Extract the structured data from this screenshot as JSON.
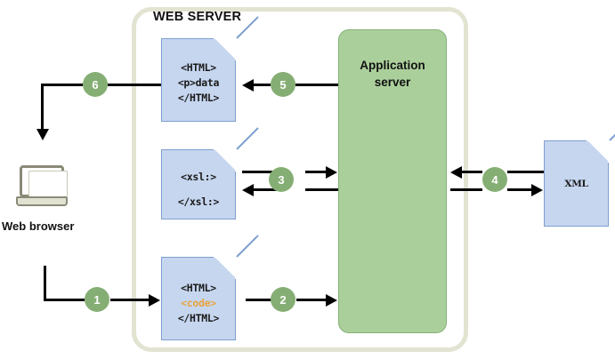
{
  "diagram": {
    "title_region": {
      "web_server_label": "WEB SERVER"
    },
    "nodes": {
      "web_browser": {
        "label": "Web browser",
        "icon": "laptop-icon"
      },
      "application_server": {
        "label": "Application\nserver",
        "line1": "Application",
        "line2": "server"
      },
      "doc_html_output": {
        "line1": "<HTML>",
        "line2": "<p>data",
        "line3": "</HTML>"
      },
      "doc_xsl": {
        "line1": "<xsl:>",
        "line2": "</xsl:>"
      },
      "doc_html_input": {
        "line1": "<HTML>",
        "line2": "<code>",
        "line3": "</HTML>"
      },
      "doc_xml": {
        "label": "XML"
      }
    },
    "steps": [
      {
        "number": "1",
        "from": "web-browser",
        "to": "doc-html-input",
        "direction": "right"
      },
      {
        "number": "2",
        "from": "doc-html-input",
        "to": "application-server",
        "direction": "right"
      },
      {
        "number": "3",
        "from": "doc-xsl",
        "to": "application-server",
        "direction": "both"
      },
      {
        "number": "4",
        "from": "application-server",
        "to": "doc-xml",
        "direction": "both"
      },
      {
        "number": "5",
        "from": "application-server",
        "to": "doc-html-output",
        "direction": "left"
      },
      {
        "number": "6",
        "from": "doc-html-output",
        "to": "web-browser",
        "direction": "left-down"
      }
    ],
    "colors": {
      "container_border": "#E3E3D2",
      "document_fill": "#C6D6EF",
      "document_border": "#7E9FD0",
      "app_server_fill": "#ABCF9B",
      "app_server_border": "#84B278",
      "step_circle": "#85AE74",
      "code_highlight": "#E8A33D",
      "arrow": "#000000",
      "laptop_frame": "#8A8A78"
    }
  }
}
